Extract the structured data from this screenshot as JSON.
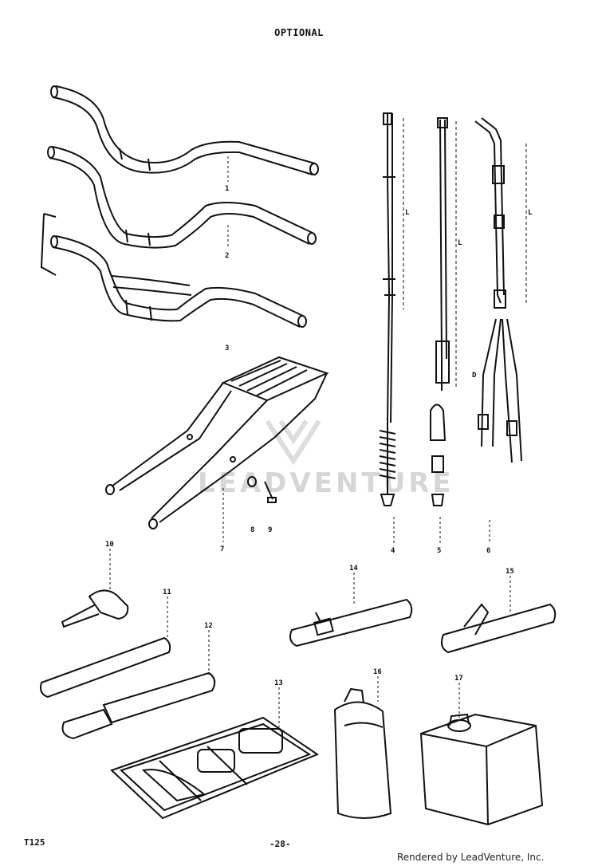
{
  "header": {
    "title": "OPTIONAL"
  },
  "footer": {
    "model_code": "T125",
    "page_number": "-28-",
    "credit": "Rendered by LeadVenture, Inc."
  },
  "watermark": {
    "text": "LEADVENTURE"
  },
  "callouts": [
    "1",
    "2",
    "3",
    "4",
    "5",
    "6",
    "7",
    "8",
    "9",
    "10",
    "11",
    "12",
    "13",
    "14",
    "15",
    "16",
    "17"
  ],
  "cable_marks": {
    "length": "L",
    "dimension": "D"
  },
  "colors": {
    "ink": "#111111",
    "watermark": "#d6d6d6"
  }
}
